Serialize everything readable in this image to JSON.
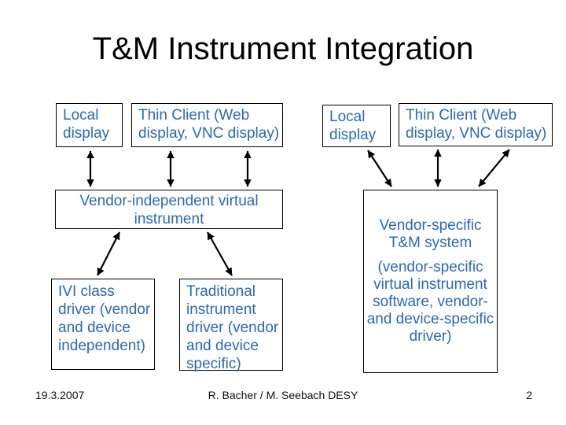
{
  "title": "T&M Instrument Integration",
  "colors": {
    "box_text_blue": "#2769c2",
    "box_border": "#000000",
    "arrow": "#000000",
    "background": "#ffffff",
    "title_text": "#000000"
  },
  "left_column": {
    "local_display": {
      "lines": [
        "Local",
        "display"
      ]
    },
    "thin_client": {
      "lines": [
        "Thin Client (Web",
        "display, VNC display)"
      ]
    },
    "virtual_instrument": {
      "lines": [
        "Vendor-independent virtual",
        "instrument"
      ]
    },
    "ivi_driver": {
      "lines": [
        "IVI class",
        "driver (vendor",
        "and device",
        "independent)"
      ]
    },
    "traditional_driver": {
      "lines": [
        "Traditional",
        "instrument",
        "driver (vendor",
        "and device",
        "specific)"
      ]
    }
  },
  "right_column": {
    "local_display": {
      "lines": [
        "Local",
        "display"
      ]
    },
    "thin_client": {
      "lines": [
        "Thin Client (Web",
        "display, VNC display)"
      ]
    },
    "vendor_system": {
      "title_lines": [
        "Vendor-specific",
        "T&M system"
      ],
      "detail_lines": [
        "(vendor-specific",
        "virtual instrument",
        "software, vendor-",
        "and device-specific",
        "driver)"
      ]
    }
  },
  "footer": {
    "date": "19.3.2007",
    "authors": "R. Bacher / M. Seebach DESY",
    "page_number": "2"
  }
}
